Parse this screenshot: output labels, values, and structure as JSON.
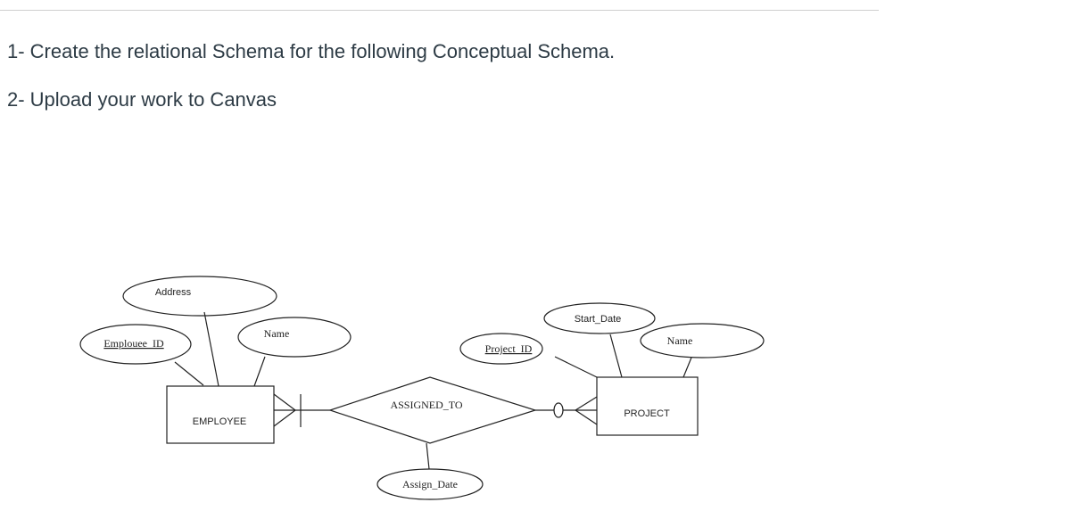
{
  "instructions": [
    "1- Create the relational Schema for the following Conceptual Schema.",
    "2- Upload your work to Canvas"
  ],
  "diagram": {
    "entities": {
      "employee": "EMPLOYEE",
      "project": "PROJECT"
    },
    "relationship": "ASSIGNED_TO",
    "employee_attributes": {
      "address": "Address",
      "id": "Emplouee_ID",
      "name": "Name"
    },
    "project_attributes": {
      "id": "Project_ID",
      "start_date": "Start_Date",
      "name": "Name"
    },
    "relationship_attributes": {
      "assign_date": "Assign_Date"
    }
  }
}
